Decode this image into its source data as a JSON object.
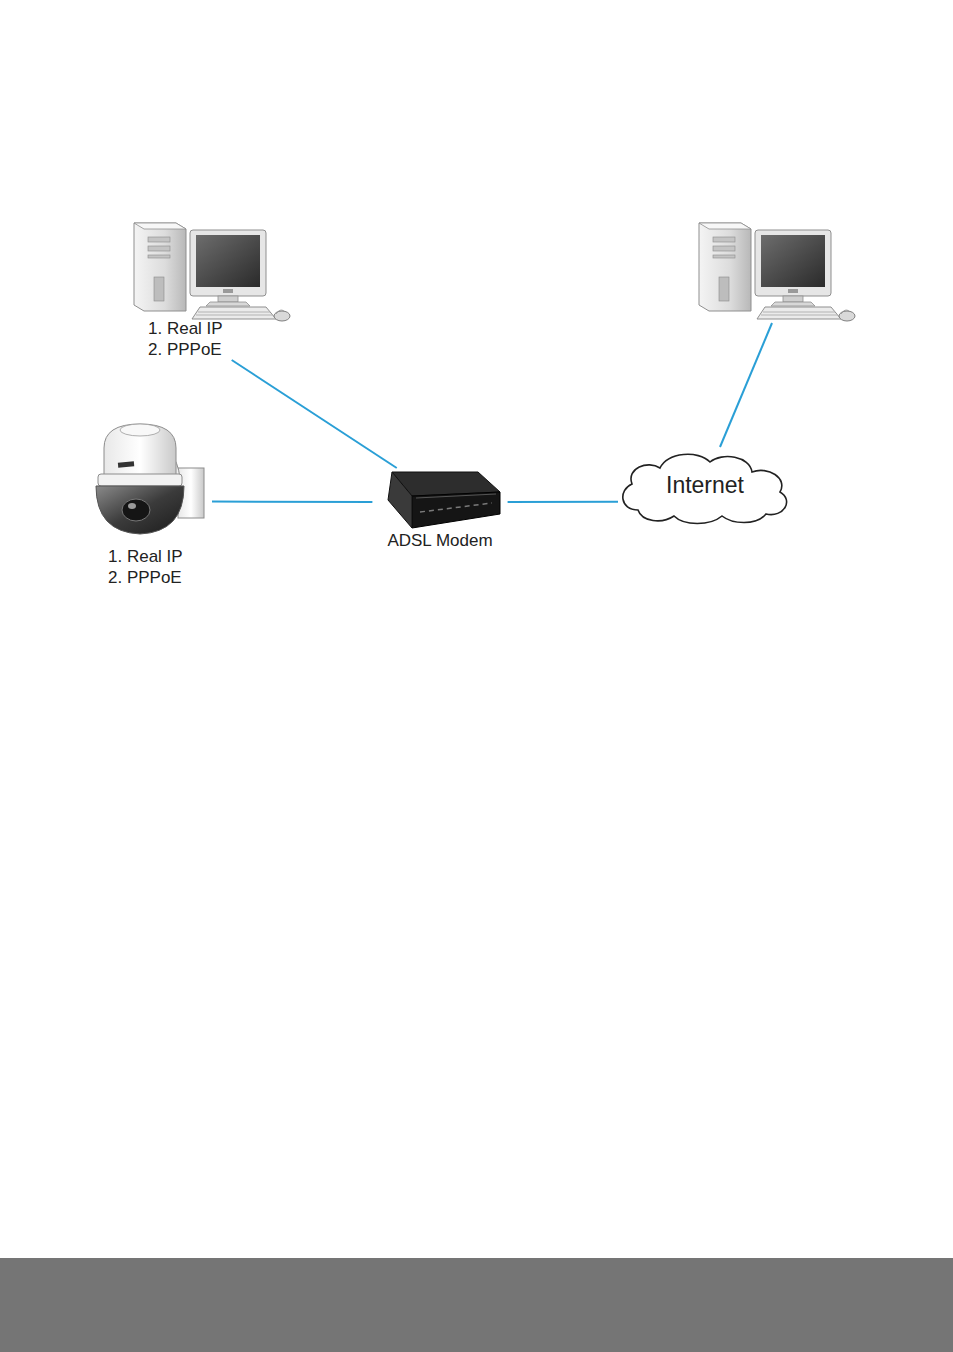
{
  "diagram": {
    "nodes": [
      {
        "text": [
          "1. Real IP",
          "2. PPPoE"
        ]
      },
      {
        "text": [
          "1. Real IP",
          "2. PPPoE"
        ]
      },
      {
        "text": [
          "ADSL Modem"
        ]
      },
      {
        "text": [
          "Internet"
        ]
      }
    ],
    "edges": [
      {
        "from": 0,
        "to": 2,
        "arrow": "none"
      },
      {
        "from": 1,
        "to": 2,
        "arrow": "none"
      },
      {
        "from": 2,
        "to": 3,
        "arrow": "none"
      }
    ]
  }
}
